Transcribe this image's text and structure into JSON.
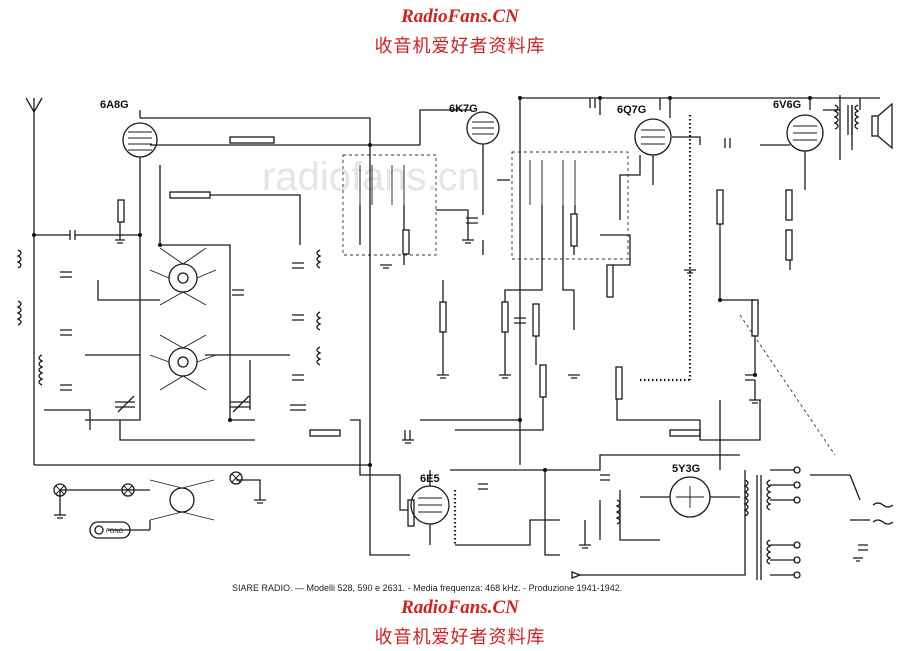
{
  "watermark": {
    "site": "RadioFans.CN",
    "chinese": "收音机爱好者资料库"
  },
  "ghost_watermark": "radiofans.cn",
  "tubes": {
    "t1": "6A8G",
    "t2": "6K7G",
    "t3": "6Q7G",
    "t4": "6V6G",
    "t5": "6E5",
    "t6": "5Y3G"
  },
  "labels": {
    "fono": "FONO"
  },
  "caption": "SIARE RADIO. — Modelli 528, 590 e 2631. - Media frequenza: 468 kHz. - Produzione 1941-1942."
}
